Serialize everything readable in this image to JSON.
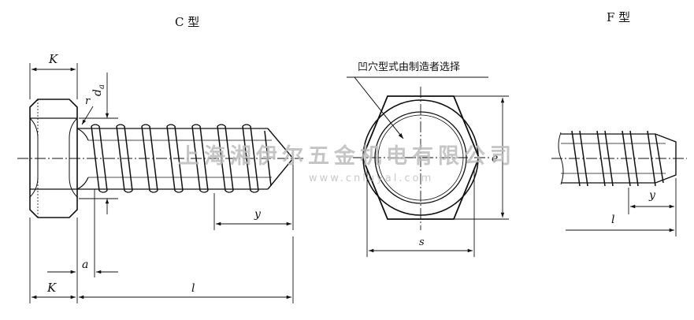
{
  "titles": {
    "type_c": "C 型",
    "type_f": "F 型"
  },
  "note": "凹穴型式由制造者选择",
  "dimensions": {
    "K_top": "K",
    "K_bottom": "K",
    "r": "r",
    "da": "d",
    "da_sub": "a",
    "y_c": "y",
    "a": "a",
    "l_c": "l",
    "e": "e",
    "s": "s",
    "y_f": "y",
    "l_f": "l"
  },
  "watermark": {
    "company": "上海湘伊尔五金机电有限公司",
    "url": "www.cnluyal.com"
  },
  "colors": {
    "ink": "#111111",
    "watermark": "#bdbdbd"
  }
}
